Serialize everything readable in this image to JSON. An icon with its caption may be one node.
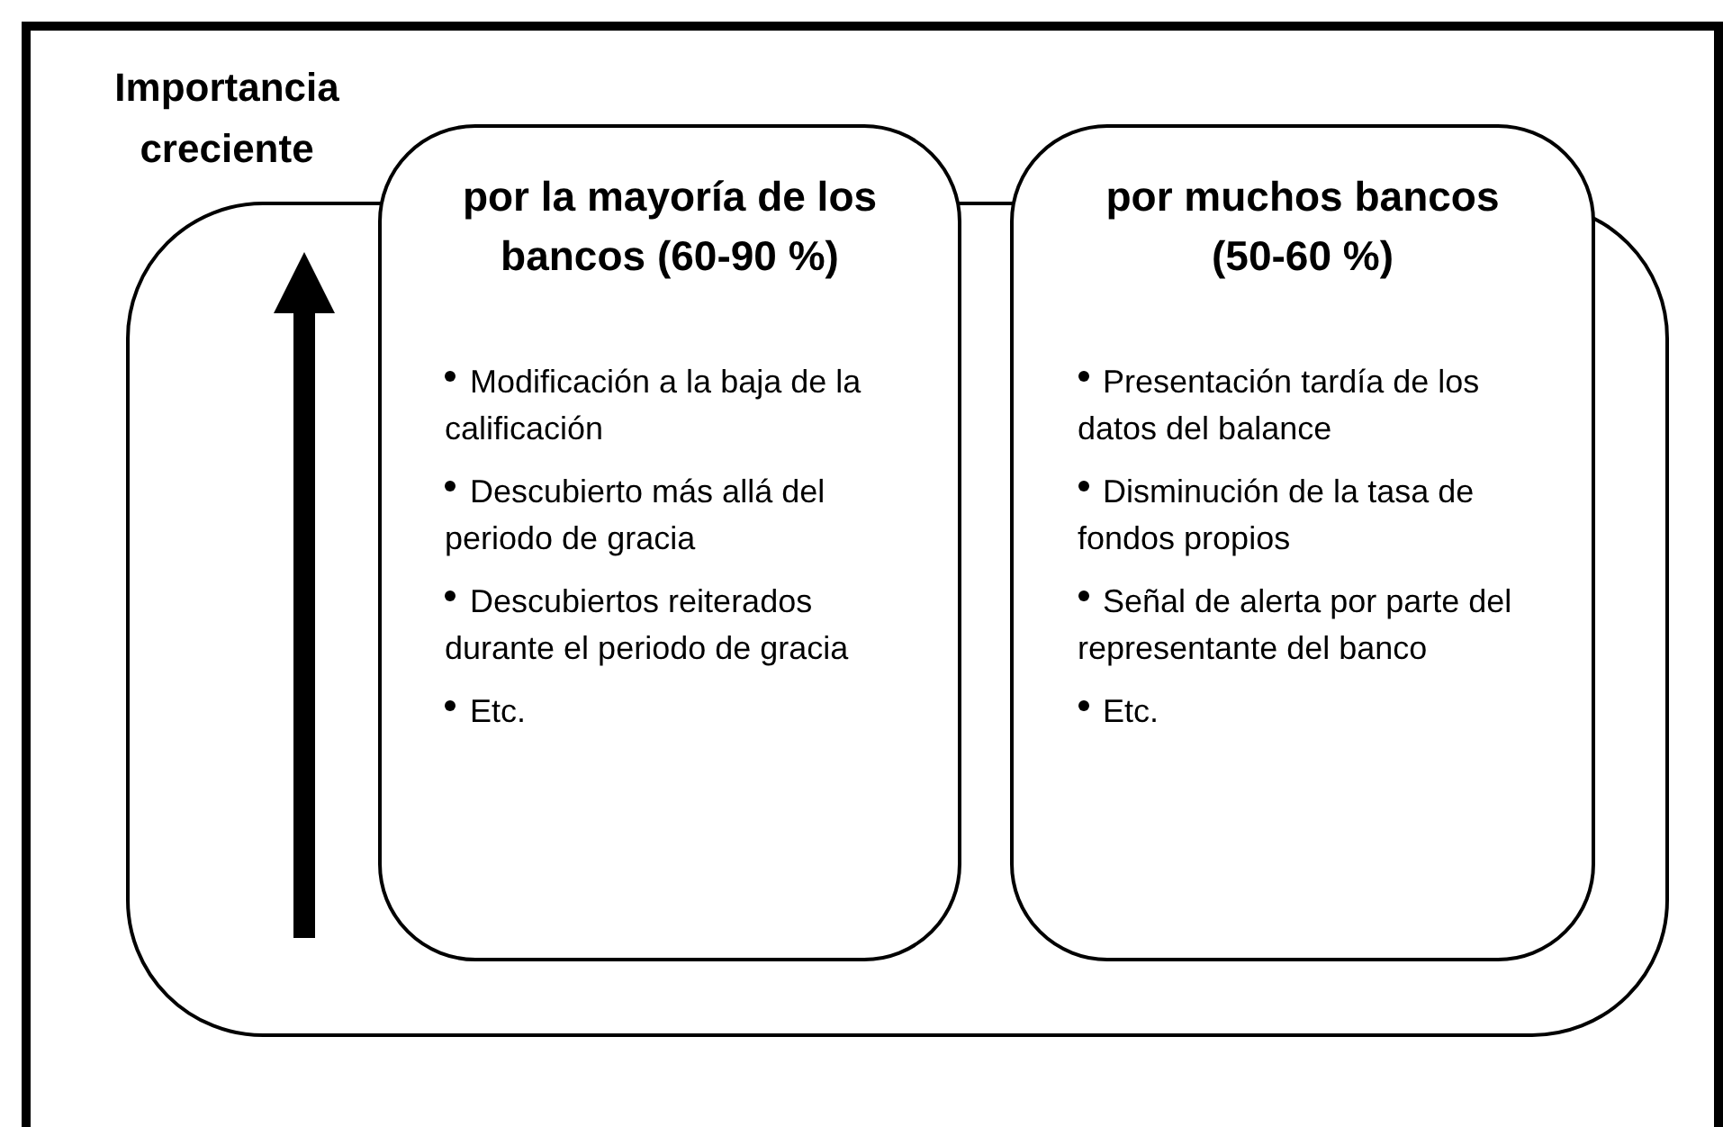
{
  "diagram": {
    "nodes": [
      {
        "text": [],
        "shape": "box"
      },
      {
        "text": [
          "por la mayoría de los bancos (60-90 %)",
          "Modificación a la baja de la calificación",
          "Descubierto más allá del periodo de gracia",
          "Descubiertos reiterados durante el periodo de gracia",
          "Etc."
        ]
      },
      {
        "text": [
          "por muchos bancos (50-60 %)",
          "Presentación tardía de los datos del balance",
          "Disminución de la tasa de fondos propios",
          "Señal de alerta por parte del representante del banco",
          "Etc."
        ]
      }
    ],
    "labels": [
      "Importancia creciente"
    ]
  }
}
